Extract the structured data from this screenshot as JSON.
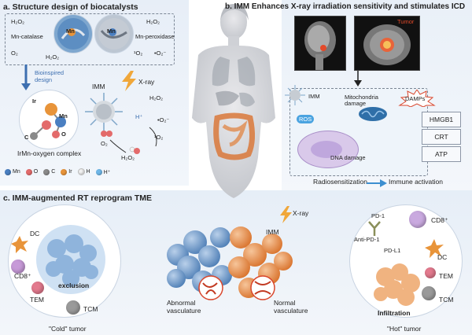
{
  "panel_a": {
    "title": "a. Structure design of biocatalysts",
    "left_enzyme": {
      "label": "Mn-catalase",
      "metal": "Mn",
      "in1": "H₂O₂",
      "in2": "H₂O₂",
      "out": "O₂"
    },
    "right_enzyme": {
      "label": "Mn-peroxidase",
      "metal": "Mn",
      "in": "H₂O₂",
      "out1": "¹O₂",
      "out2": "•O₂⁻"
    },
    "bioinspired": "Bioinspired design",
    "complex_label": "IrMn-oxygen complex",
    "complex_atoms": [
      "Ir",
      "Mn",
      "C",
      "O"
    ],
    "xray": "X-ray",
    "imm": "IMM",
    "species": {
      "h2o2_top": "H₂O₂",
      "hplus": "H⁺",
      "o1": "•O₂⁻",
      "o2": "¹O₂",
      "o3": "O₂",
      "h2o2_bottom": "H₂O₂"
    },
    "legend": [
      {
        "label": "Mn",
        "color": "#4a7fc1"
      },
      {
        "label": "O",
        "color": "#e36b6b"
      },
      {
        "label": "C",
        "color": "#8a8a8a"
      },
      {
        "label": "Ir",
        "color": "#e8943a"
      },
      {
        "label": "H",
        "color": "#f2f2f2"
      },
      {
        "label": "H⁺",
        "color": "#6fb7e8"
      }
    ]
  },
  "panel_b": {
    "title": "b. IMM Enhances X-ray irradiation sensitivity and stimulates ICD",
    "tumor_label": "Tumor",
    "imm": "IMM",
    "ros": "ROS",
    "mito": "Mitochondria damage",
    "dna": "DNA damage",
    "damps": "DAMPs",
    "markers": [
      "HMGB1",
      "CRT",
      "ATP"
    ],
    "flow_left": "Radiosensitization",
    "flow_right": "Immune activation"
  },
  "panel_c": {
    "title": "c. IMM-augmented RT reprogram TME",
    "cold": {
      "caption": "\"Cold\" tumor",
      "core": "exclusion",
      "cells": [
        "DC",
        "CD8⁺",
        "TEM",
        "TCM"
      ]
    },
    "hot": {
      "caption": "\"Hot\" tumor",
      "core": "Infiltration",
      "cells": [
        "PD-1",
        "CD8⁺",
        "Anti-PD-1",
        "PD-L1",
        "DC",
        "TEM",
        "TCM"
      ]
    },
    "center": {
      "imm": "IMM",
      "xray": "X-ray",
      "abnormal": "Abnormal vasculature",
      "normal": "Normal vasculature"
    }
  },
  "colors": {
    "accent_orange": "#e8943a",
    "accent_blue": "#3d6fb0",
    "arrow_red": "#d9452b"
  }
}
